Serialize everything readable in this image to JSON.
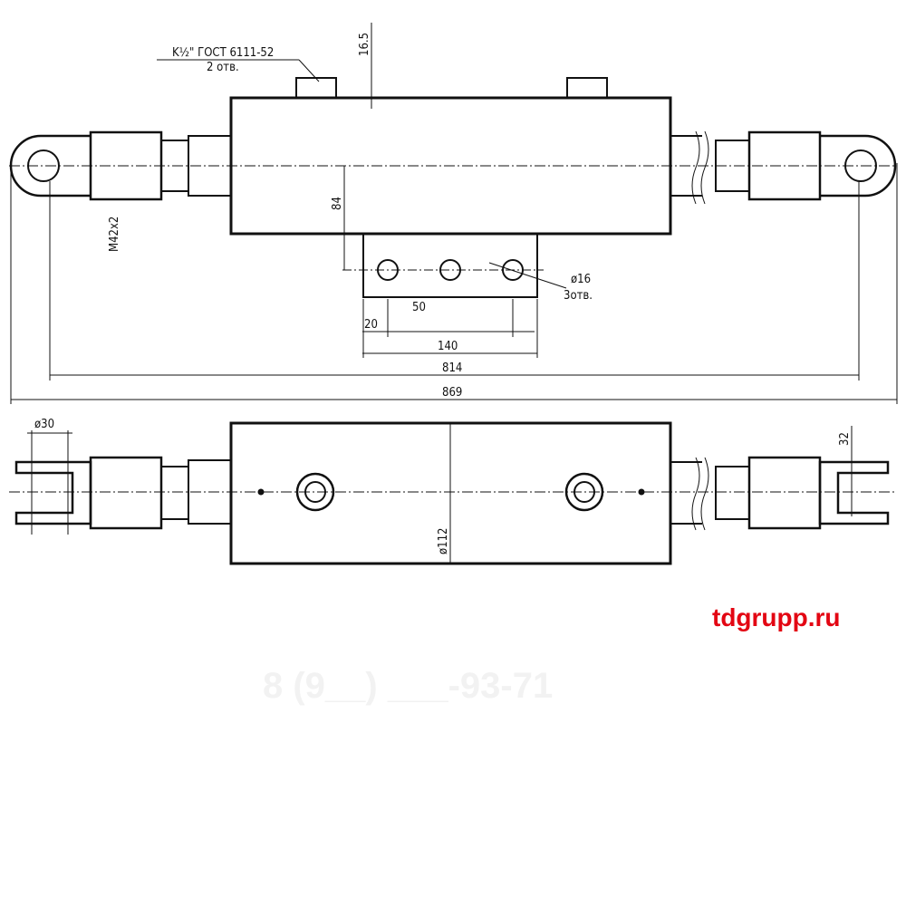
{
  "drawing": {
    "port_label": "K½\" ГОСТ 6111-52",
    "port_count": "2 отв.",
    "dim_port_height": "16.5",
    "dim_bracket_height": "84",
    "thread_label": "M42x2",
    "hole_diameter": "ø16",
    "hole_count": "3отв.",
    "dim_hole_pitch": "50",
    "dim_hole_offset": "20",
    "dim_bracket_length": "140",
    "dim_pin_to_pin": "814",
    "dim_overall": "869",
    "dim_clevis_pin": "ø30",
    "dim_clevis_gap": "32",
    "dim_barrel_diameter": "ø112"
  },
  "watermark": "8 (9__) ___-93-71",
  "brand": {
    "text": "tdgrupp.ru",
    "color": "#e30613"
  }
}
